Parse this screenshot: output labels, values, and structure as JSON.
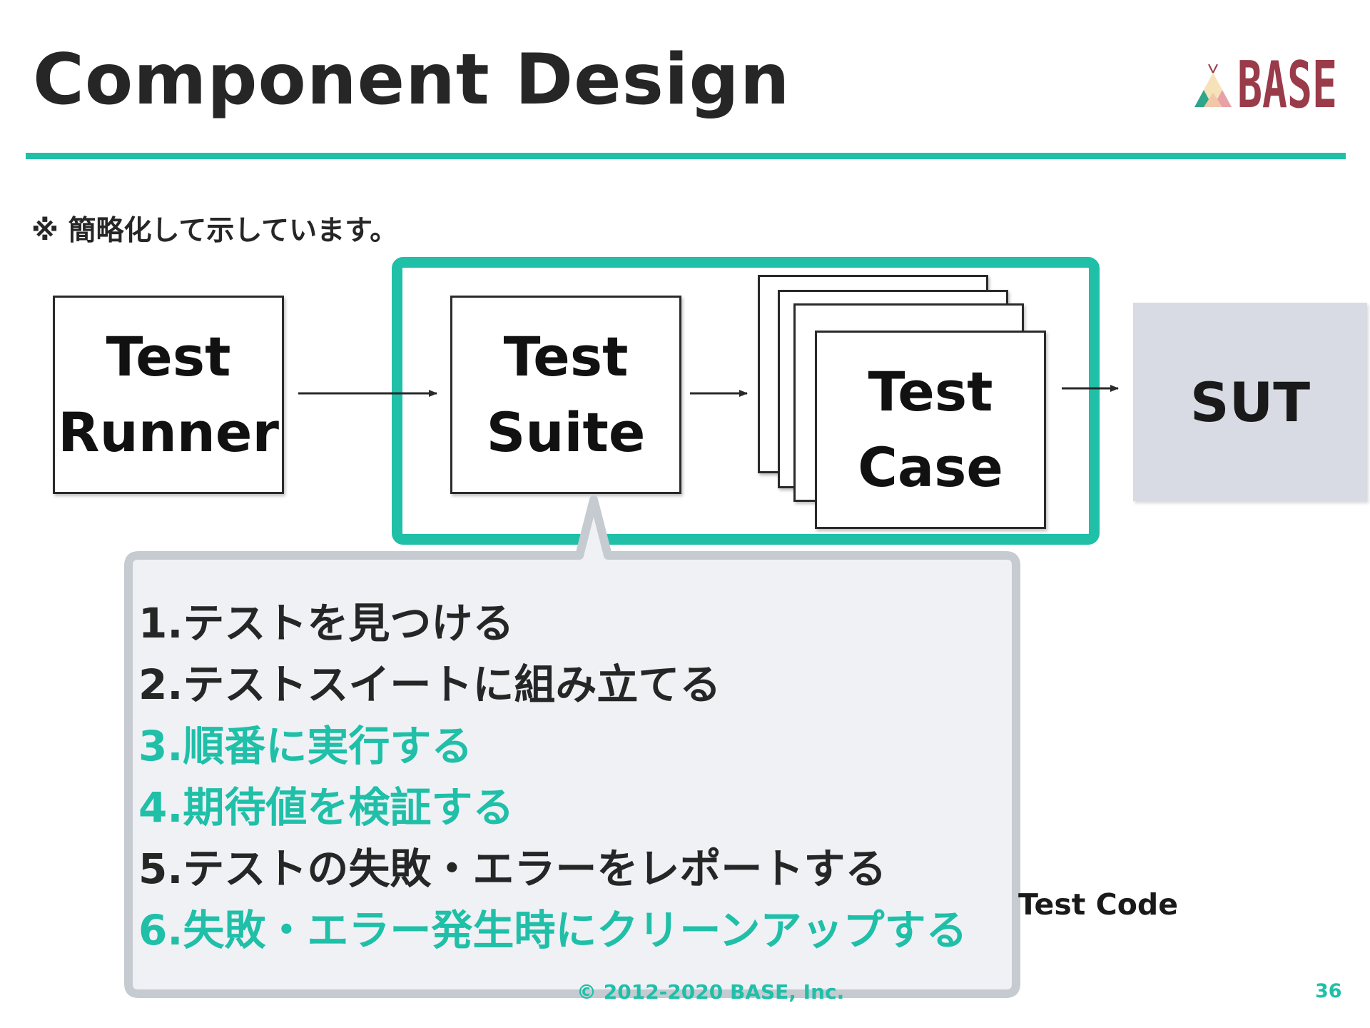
{
  "slide": {
    "title": "Component Design",
    "logo_text": "BASE",
    "note": "※ 簡略化して示しています。",
    "copyright": "© 2012-2020 BASE, Inc.",
    "page_number": "36"
  },
  "diagram": {
    "runner": {
      "line1": "Test",
      "line2": "Runner"
    },
    "suite": {
      "line1": "Test",
      "line2": "Suite"
    },
    "case": {
      "line1": "Test",
      "line2": "Case"
    },
    "sut": "SUT",
    "group_label": "Test Code"
  },
  "steps": [
    {
      "text": "1.テストを見つける",
      "highlight": false
    },
    {
      "text": "2.テストスイートに組み立てる",
      "highlight": false
    },
    {
      "text": "3.順番に実行する",
      "highlight": true
    },
    {
      "text": "4.期待値を検証する",
      "highlight": true
    },
    {
      "text": "5.テストの失敗・エラーをレポートする",
      "highlight": false
    },
    {
      "text": "6.失敗・エラー発生時にクリーンアップする",
      "highlight": true
    }
  ],
  "colors": {
    "accent": "#1fbfa8",
    "callout_fill": "#eff1f5",
    "callout_border": "#c6cad1",
    "sut_fill": "#d8dbe4"
  }
}
